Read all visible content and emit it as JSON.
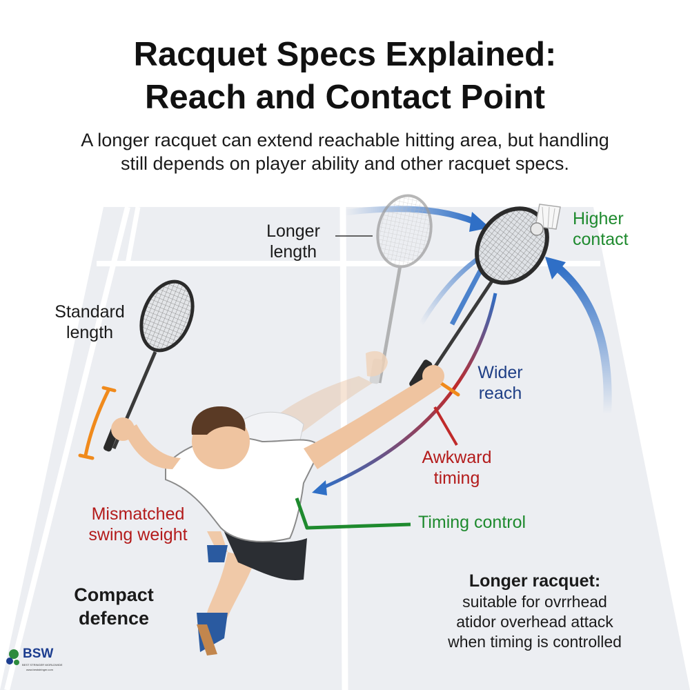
{
  "title_lines": [
    "Racquet Specs Explained:",
    "Reach and Contact Point"
  ],
  "subtitle_lines": [
    "A longer racquet can extend reachable hitting area, but handling",
    "still depends on player ability and other racquet specs."
  ],
  "labels": {
    "longer_length": [
      "Longer",
      "length"
    ],
    "higher_contact": [
      "Higher",
      "contact"
    ],
    "standard_length": [
      "Standard",
      "length"
    ],
    "wider_reach": [
      "Wider",
      "reach"
    ],
    "awkward_timing": [
      "Awkward",
      "timing"
    ],
    "mismatched_swing_weight": [
      "Mismatched",
      "swing weight"
    ],
    "timing_control": "Timing control",
    "compact_defence": [
      "Compact",
      "defence"
    ],
    "longer_racquet_heading": "Longer racquet:",
    "longer_racquet_body": [
      "suitable for ovrrhead",
      "atidor overhead attack",
      "when timing is controlled"
    ]
  },
  "logo": {
    "text": "BSW",
    "tagline": "BEST STRINGER WORLDWIDE",
    "url": "www.beststringer.com"
  },
  "colors": {
    "green": "#1e8a2e",
    "blue": "#1f3f86",
    "red": "#b31b1b",
    "orange": "#f08a1c",
    "arrow_blue": "#2f6fc6",
    "court": "#e9ebef"
  },
  "icons": [
    "shuttlecock-icon",
    "racquet-icon",
    "arrow-icon",
    "logo-icon"
  ]
}
